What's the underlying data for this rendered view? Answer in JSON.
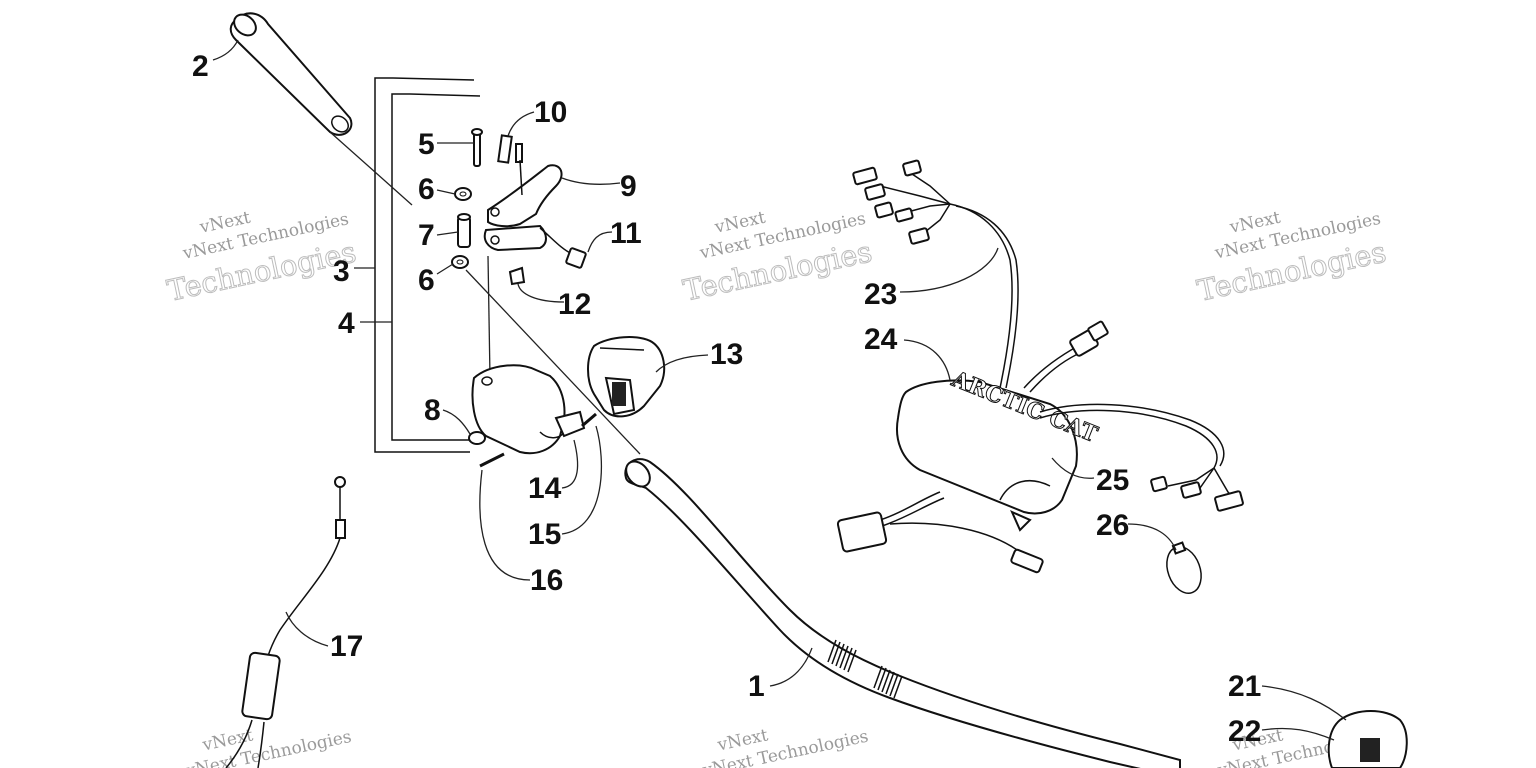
{
  "diagram": {
    "callouts": [
      {
        "id": "1",
        "text": "1"
      },
      {
        "id": "2",
        "text": "2"
      },
      {
        "id": "3",
        "text": "3"
      },
      {
        "id": "4",
        "text": "4"
      },
      {
        "id": "5",
        "text": "5"
      },
      {
        "id": "6a",
        "text": "6"
      },
      {
        "id": "6b",
        "text": "6"
      },
      {
        "id": "7",
        "text": "7"
      },
      {
        "id": "8",
        "text": "8"
      },
      {
        "id": "9",
        "text": "9"
      },
      {
        "id": "10",
        "text": "10"
      },
      {
        "id": "11",
        "text": "11"
      },
      {
        "id": "12",
        "text": "12"
      },
      {
        "id": "13",
        "text": "13"
      },
      {
        "id": "14",
        "text": "14"
      },
      {
        "id": "15",
        "text": "15"
      },
      {
        "id": "16",
        "text": "16"
      },
      {
        "id": "17",
        "text": "17"
      },
      {
        "id": "21",
        "text": "21"
      },
      {
        "id": "22",
        "text": "22"
      },
      {
        "id": "23",
        "text": "23"
      },
      {
        "id": "24",
        "text": "24"
      },
      {
        "id": "25",
        "text": "25"
      },
      {
        "id": "26",
        "text": "26"
      }
    ],
    "watermark": {
      "line_small": "vNext Technologies",
      "line_big": "Technologies",
      "line_arc": "vNext"
    },
    "logo_text": "ARCTIC CAT",
    "colors": {
      "ink": "#111111",
      "watermark": "#bdbdbd",
      "background": "#ffffff"
    }
  }
}
